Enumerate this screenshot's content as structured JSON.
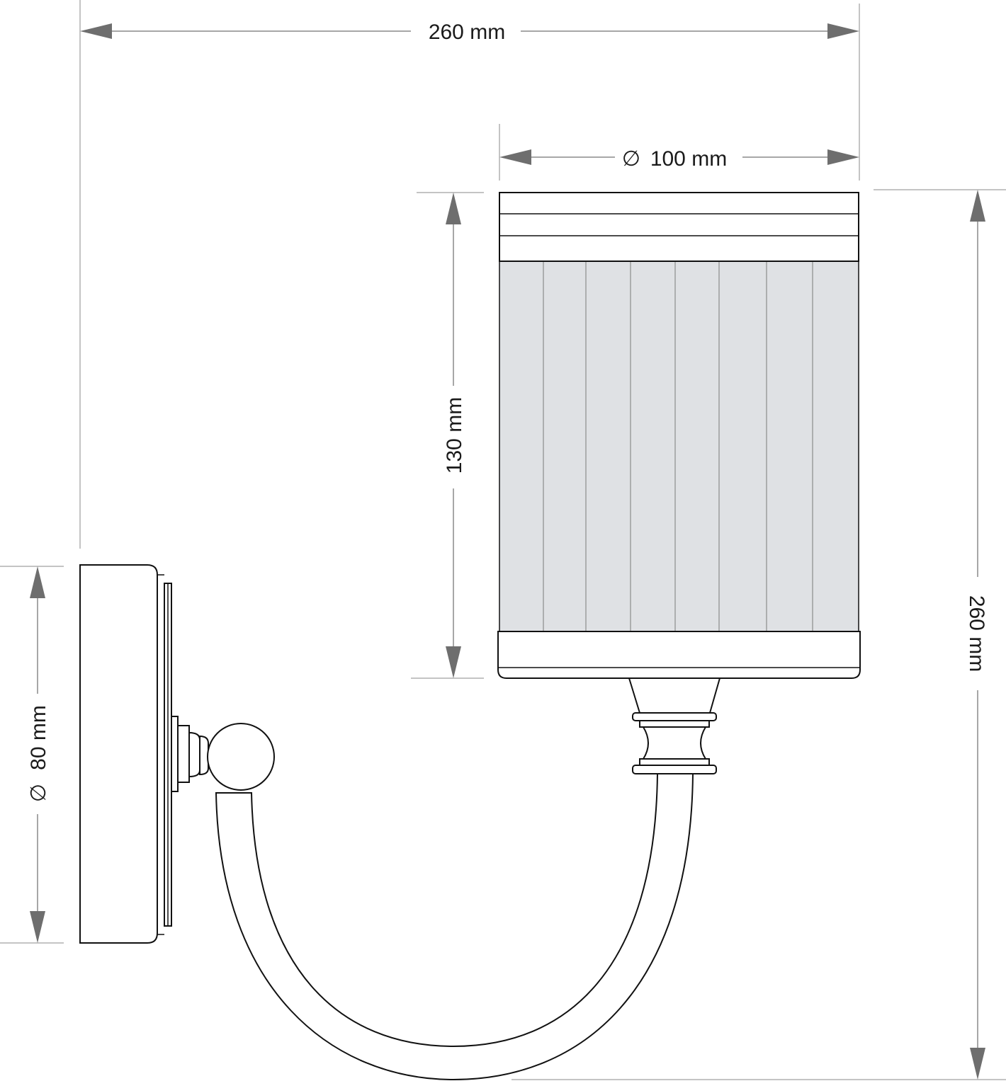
{
  "dimensions": {
    "overall_width": "260 mm",
    "shade_diameter": "100 mm",
    "shade_diameter_symbol": "∅",
    "shade_height": "130 mm",
    "overall_height": "260 mm",
    "backplate_diameter": "80 mm",
    "backplate_diameter_symbol": "∅"
  },
  "colors": {
    "line": "#111111",
    "dimension": "#8a8a8a",
    "arrow": "#6e6e6e",
    "shade_fill": "#dfe1e4"
  }
}
